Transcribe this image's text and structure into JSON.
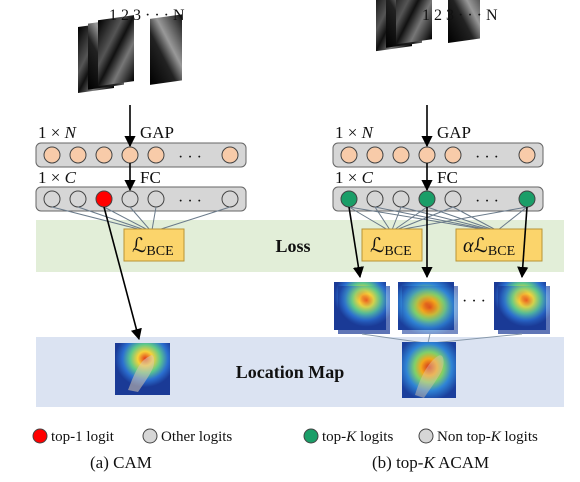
{
  "left": {
    "map_indices": "1 2 3 · · · N",
    "row_gap": {
      "prefix": "1 × ",
      "var": "N",
      "op": "GAP",
      "ellipsis": "· · ·"
    },
    "row_fc": {
      "prefix": "1 × ",
      "var": "C",
      "op": "FC",
      "ellipsis": "· · ·"
    },
    "loss_box": {
      "script": "ℒ",
      "sub": "BCE"
    },
    "caption": "(a) CAM"
  },
  "right": {
    "map_indices": "1 2 3 · · · N",
    "row_gap": {
      "prefix": "1 × ",
      "var": "N",
      "op": "GAP",
      "ellipsis": "· · ·"
    },
    "row_fc": {
      "prefix": "1 × ",
      "var": "C",
      "op": "FC",
      "ellipsis": "· · ·"
    },
    "loss_box": {
      "script": "ℒ",
      "sub": "BCE"
    },
    "loss_box_alpha": {
      "alpha": "α",
      "script": "ℒ",
      "sub": "BCE"
    },
    "heatmap_ellipsis": "· · ·",
    "caption_prefix": "(b) top-",
    "caption_var": "K",
    "caption_suffix": " ACAM"
  },
  "bands": {
    "loss": "Loss",
    "location_map": "Location Map"
  },
  "legend": {
    "top1": "top-1 logit",
    "other": "Other logits",
    "topk_prefix": "top-",
    "topk_var": "K",
    "topk_suffix": " logits",
    "nontopk_prefix": "Non top-",
    "nontopk_var": "K",
    "nontopk_suffix": " logits"
  },
  "colors": {
    "loss_band": "#e2eed8",
    "location_band": "#dbe3f2",
    "loss_box": "#fbd46b",
    "node_orange": "#f8cba9",
    "node_gray": "#d6d6d6",
    "top1": "#ff0000",
    "topk": "#1a9e68"
  }
}
